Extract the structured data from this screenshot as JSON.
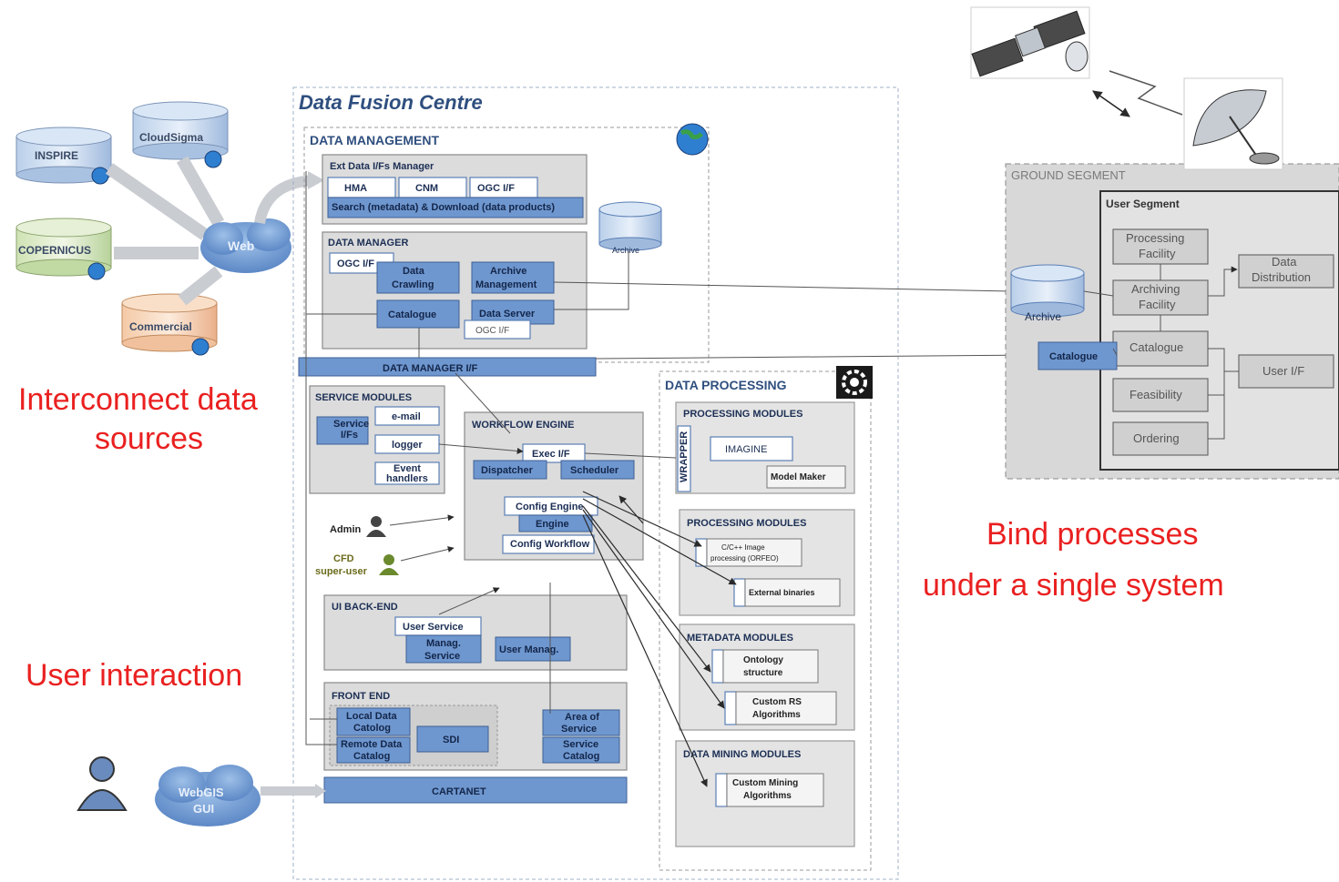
{
  "title": "Data Fusion Centre",
  "captions": {
    "left_top_1": "Interconnect data",
    "left_top_2": "sources",
    "left_bottom": "User interaction",
    "right_1": "Bind processes",
    "right_2": "under a single system"
  },
  "sources": {
    "inspire": "INSPIRE",
    "cloudsigma": "CloudSigma",
    "copernicus": "COPERNICUS",
    "commercial": "Commercial",
    "web": "Web"
  },
  "data_management": {
    "header": "DATA MANAGEMENT",
    "ext_manager": "Ext Data I/Fs Manager",
    "hma": "HMA",
    "cnm": "CNM",
    "ogc_if": "OGC I/F",
    "search": "Search (metadata) & Download (data products)",
    "archive": "Archive",
    "data_manager": "DATA MANAGER",
    "dm_ogc": "OGC I/F",
    "data_crawling_1": "Data",
    "data_crawling_2": "Crawling",
    "archive_mgmt_1": "Archive",
    "archive_mgmt_2": "Management",
    "catalogue": "Catalogue",
    "data_server": "Data Server",
    "ds_ogc": "OGC I/F",
    "dm_if": "DATA MANAGER I/F"
  },
  "service_modules": {
    "header": "SERVICE MODULES",
    "service_ifs_1": "Service",
    "service_ifs_2": "I/Fs",
    "email": "e-mail",
    "logger": "logger",
    "event_1": "Event",
    "event_2": "handlers"
  },
  "workflow": {
    "header": "WORKFLOW ENGINE",
    "exec_if": "Exec I/F",
    "dispatcher": "Dispatcher",
    "scheduler": "Scheduler",
    "config_engine": "Config Engine",
    "engine": "Engine",
    "config_workflow": "Config Workflow"
  },
  "actors": {
    "admin": "Admin",
    "cfd_1": "CFD",
    "cfd_2": "super-user"
  },
  "ui_backend": {
    "header": "UI BACK-END",
    "user_service": "User Service",
    "manag_1": "Manag.",
    "manag_2": "Service",
    "user_manag": "User Manag."
  },
  "front_end": {
    "header": "FRONT END",
    "local_1": "Local Data",
    "local_2": "Catolog",
    "remote_1": "Remote Data",
    "remote_2": "Catalog",
    "sdi": "SDI",
    "area_1": "Area of",
    "area_2": "Service",
    "svc_cat_1": "Service",
    "svc_cat_2": "Catalog",
    "cartanet": "CARTANET",
    "webgis_1": "WebGIS",
    "webgis_2": "GUI"
  },
  "data_processing": {
    "header": "DATA PROCESSING",
    "proc_modules": "PROCESSING MODULES",
    "wrapper": "WRAPPER",
    "imagine": "IMAGINE",
    "model_maker": "Model Maker",
    "proc_modules2": "PROCESSING MODULES",
    "cpp_1": "C/C++ Image",
    "cpp_2": "processing (ORFEO)",
    "ext_bin": "External binaries",
    "meta_modules": "METADATA  MODULES",
    "ontology_1": "Ontology",
    "ontology_2": "structure",
    "custom_rs_1": "Custom RS",
    "custom_rs_2": "Algorithms",
    "mining_modules": "DATA MINING MODULES",
    "mining_1": "Custom Mining",
    "mining_2": "Algorithms"
  },
  "ground_segment": {
    "header": "GROUND SEGMENT",
    "user_segment": "User Segment",
    "processing_1": "Processing",
    "processing_2": "Facility",
    "archiving_1": "Archiving",
    "archiving_2": "Facility",
    "catalogue": "Catalogue",
    "feasibility": "Feasibility",
    "ordering": "Ordering",
    "data_dist_1": "Data",
    "data_dist_2": "Distribution",
    "user_if": "User I/F",
    "archive": "Archive",
    "gs_catalogue": "Catalogue"
  },
  "colors": {
    "caption_red": "#ea2020",
    "box_blue": "#6f97cf",
    "title_blue": "#2f4f7f"
  }
}
